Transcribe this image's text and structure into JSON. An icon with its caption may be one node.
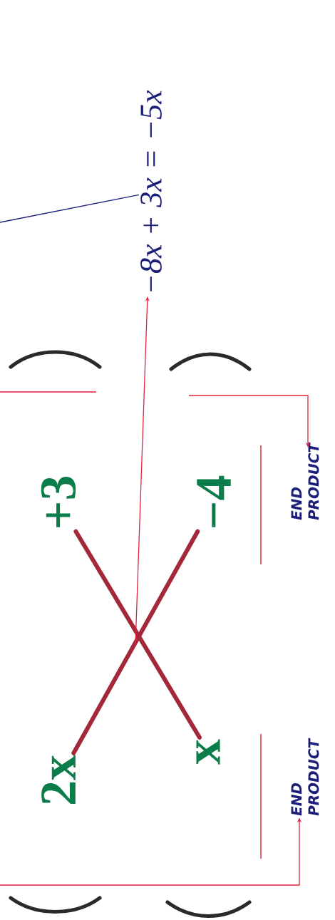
{
  "diagram": {
    "nodes": [
      {
        "text": [
          "2x"
        ]
      },
      {
        "text": [
          "+3"
        ]
      },
      {
        "text": [
          "x"
        ]
      },
      {
        "text": [
          "−4"
        ]
      },
      {
        "text": [
          "−8x + 3x = −5x"
        ]
      },
      {
        "text": [
          "END PRODUCT"
        ]
      },
      {
        "text": [
          "END PRODUCT"
        ]
      }
    ],
    "edges": [
      {
        "from": 0,
        "to": 3,
        "arrow": "none",
        "style": "thick",
        "color": "#a3283a"
      },
      {
        "from": 2,
        "to": 1,
        "arrow": "none",
        "style": "thick",
        "color": "#a3283a"
      },
      {
        "from": null,
        "to": 4,
        "arrow": "to"
      },
      {
        "from": 4,
        "to": null,
        "arrow": "none",
        "color": "#1c1f7a"
      },
      {
        "from": null,
        "to": 5,
        "arrow": "to"
      },
      {
        "from": null,
        "to": 6,
        "arrow": "to"
      }
    ]
  }
}
